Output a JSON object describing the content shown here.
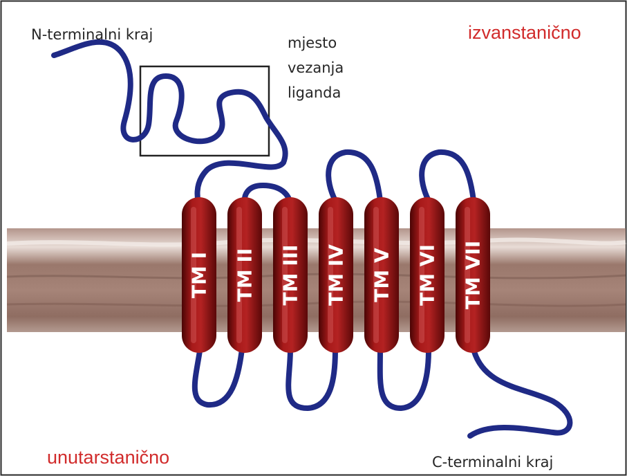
{
  "labels": {
    "n_terminal": "N-terminalni kraj",
    "binding_site": [
      "mjesto",
      "vezanja",
      "liganda"
    ],
    "extracellular": "izvanstanično",
    "intracellular": "unutarstanično",
    "c_terminal": "C-terminalni kraj"
  },
  "helices": [
    "TM I",
    "TM II",
    "TM III",
    "TM IV",
    "TM V",
    "TM VI",
    "TM VII"
  ],
  "colors": {
    "helix": "#8e1111",
    "chain": "#1f2a86",
    "membrane": "#a07f73",
    "region_label": "#d12b2b",
    "text": "#262626"
  }
}
